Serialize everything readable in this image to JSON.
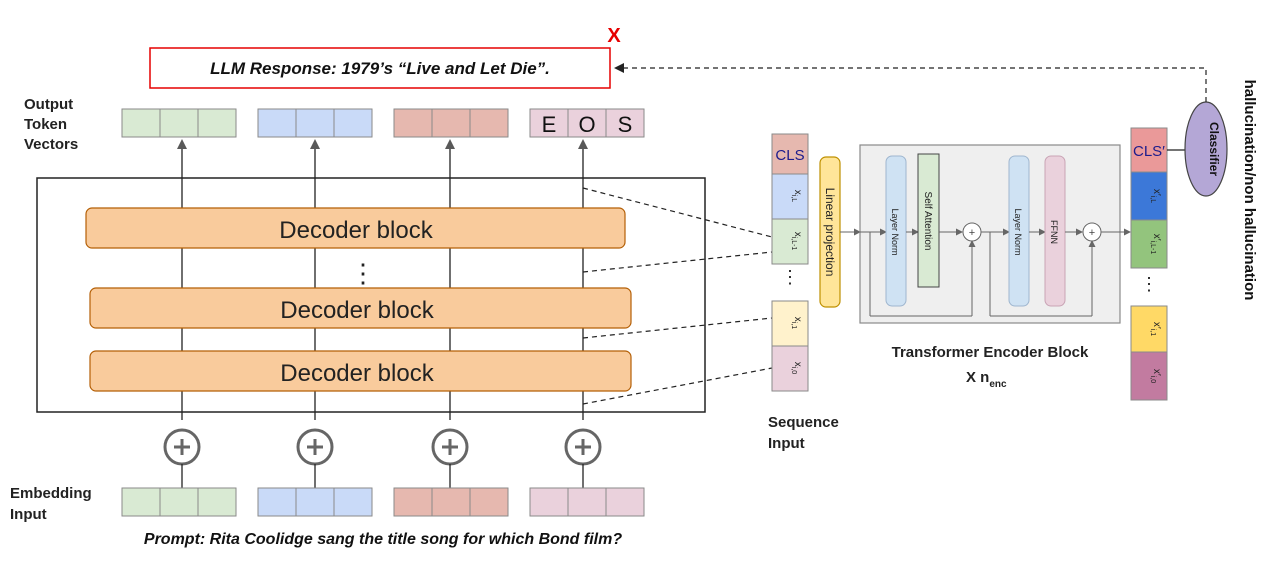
{
  "llm_response": {
    "text": "LLM Response: 1979’s “Live and Let Die”.",
    "wrong_mark": "X"
  },
  "output_token_vectors_label": [
    "Output",
    "Token",
    "Vectors"
  ],
  "eos_letters": [
    "E",
    "O",
    "S"
  ],
  "decoder_block_label": "Decoder block",
  "vertical_dots": "⋮",
  "embedding_input_label": [
    "Embedding",
    "Input"
  ],
  "prompt_text": "Prompt: Rita Coolidge sang the title song for which Bond film?",
  "sequence_input": {
    "cls_label": "CLS",
    "label": [
      "Sequence",
      "Input"
    ],
    "tokens": [
      {
        "base": "x",
        "sub": "i,L"
      },
      {
        "base": "x",
        "sub": "i,L-1"
      },
      {
        "base": "x",
        "sub": "i,1"
      },
      {
        "base": "x",
        "sub": "i,0"
      }
    ]
  },
  "linear_projection_label": "Linear projection",
  "encoder": {
    "layer_norm_label": "Layer Norm",
    "self_attention_label": "Self Attention",
    "ffnn_label": "FFNN",
    "plus_symbol": "+",
    "title": "Transformer Encoder Block",
    "repeat_base": "X n",
    "repeat_sub": "enc"
  },
  "output_sequence": {
    "cls_label": "CLS′",
    "tokens": [
      {
        "base": "x′",
        "sub": "i,L"
      },
      {
        "base": "x′",
        "sub": "i,L-1"
      },
      {
        "base": "x′",
        "sub": "i,1"
      },
      {
        "base": "x′",
        "sub": "i,0"
      }
    ]
  },
  "classifier_label": "Classifier",
  "output_label": "hallucination/non hallucination",
  "colors": {
    "green": "#d9ead3",
    "blue": "#c9daf8",
    "red": "#e6b8af",
    "pink": "#ead1dc",
    "decoder": "#f9cb9c",
    "decoder_border": "#b45f06",
    "linear_proj": "#ffe599",
    "linear_proj_border": "#bf9000",
    "encoder_bg": "#efefef",
    "layer_norm": "#cfe2f3",
    "self_attn": "#d9ead3",
    "ffnn": "#ead1dc",
    "cls": "#e6b8af",
    "tok_blue": "#c9daf8",
    "tok_green": "#d9ead3",
    "tok_yellow": "#fff2cc",
    "tok_pink": "#ead1dc",
    "out_cls": "#ea9999",
    "out_blue": "#3c78d8",
    "out_green": "#93c47d",
    "out_yellow": "#ffd966",
    "out_pink": "#c27ba0",
    "classifier": "#b4a7d6",
    "wrong": "#e60000",
    "response_border": "#e60000"
  }
}
